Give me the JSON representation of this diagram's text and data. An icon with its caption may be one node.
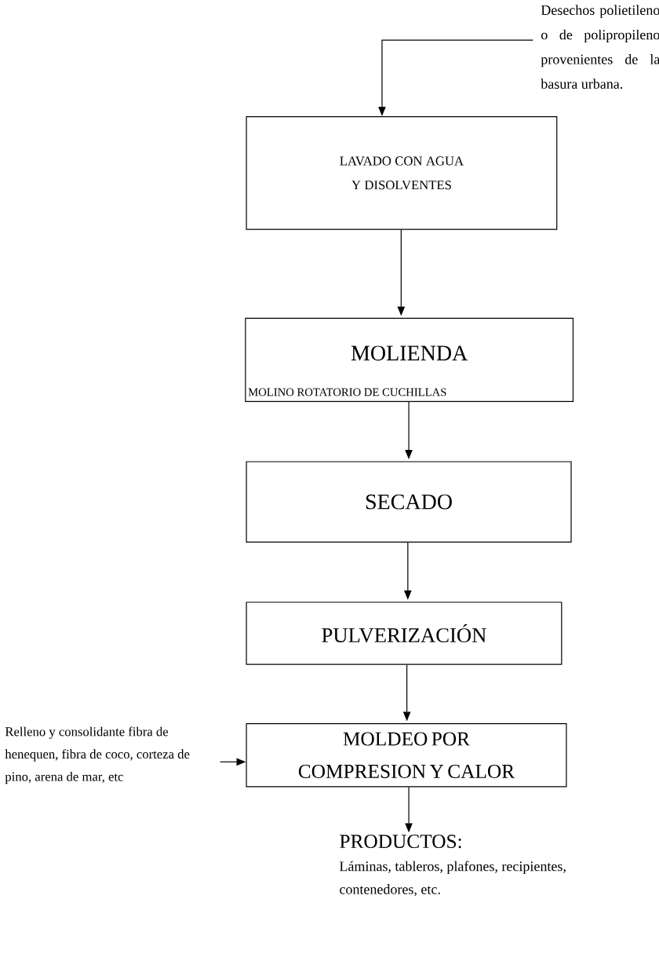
{
  "diagram": {
    "nodes": [
      {
        "text": [
          "Desechos polietileno o de polipropileno provenientes de la basura urbana."
        ]
      },
      {
        "text": [
          "LAVADO CON AGUA Y DISOLVENTES"
        ]
      },
      {
        "text": [
          "MOLIENDA",
          "MOLINO ROTATORIO DE CUCHILLAS"
        ]
      },
      {
        "text": [
          "SECADO"
        ]
      },
      {
        "text": [
          "PULVERIZACIÓN"
        ]
      },
      {
        "text": [
          "Relleno y consolidante fibra de henequen, fibra de coco, corteza de pino, arena de mar, etc"
        ]
      },
      {
        "text": [
          "MOLDEO POR COMPRESION Y CALOR"
        ]
      },
      {
        "text": [
          "PRODUCTOS:",
          "Láminas, tableros, plafones, recipientes, contenedores, etc."
        ]
      }
    ],
    "edges": [
      {
        "from": 0,
        "to": 1,
        "arrow": "to"
      },
      {
        "from": 1,
        "to": 2,
        "arrow": "to"
      },
      {
        "from": 2,
        "to": 3,
        "arrow": "to"
      },
      {
        "from": 3,
        "to": 4,
        "arrow": "to"
      },
      {
        "from": 4,
        "to": 6,
        "arrow": "to"
      },
      {
        "from": 5,
        "to": 6,
        "arrow": "to"
      },
      {
        "from": 6,
        "to": 7,
        "arrow": "to"
      }
    ]
  }
}
